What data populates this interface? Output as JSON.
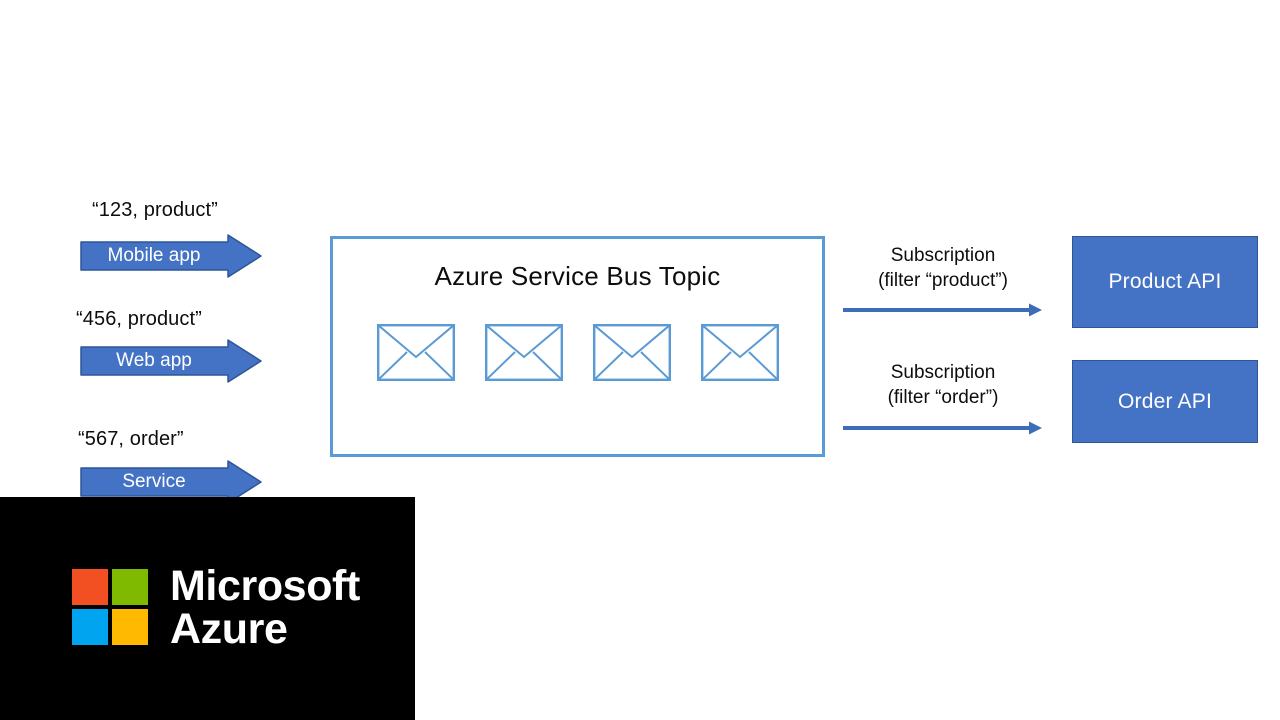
{
  "diagram": {
    "title": "Azure Service Bus Topic",
    "colors": {
      "arrow_fill": "#4472c4",
      "arrow_stroke": "#2f5597",
      "topic_border": "#5b9bd5",
      "envelope_stroke": "#5b9bd5",
      "api_fill": "#4472c4",
      "api_stroke": "#2f5597",
      "text": "#0d0d0d",
      "panel_bg": "#000000",
      "logo_red": "#F25022",
      "logo_green": "#7FBA00",
      "logo_blue": "#00A4EF",
      "logo_yellow": "#FFB900"
    }
  },
  "producers": [
    {
      "message": "“123, product”",
      "label": "Mobile app",
      "icon": "block-arrow-right-icon"
    },
    {
      "message": "“456, product”",
      "label": "Web app",
      "icon": "block-arrow-right-icon"
    },
    {
      "message": "“567, order”",
      "label": "Service",
      "icon": "block-arrow-right-icon"
    }
  ],
  "topic": {
    "title": "Azure Service Bus Topic",
    "message_count": 4,
    "message_icon": "envelope-icon"
  },
  "subscriptions": [
    {
      "line1": "Subscription",
      "line2": "(filter “product”)",
      "arrow_icon": "arrow-right-icon",
      "target": "Product API"
    },
    {
      "line1": "Subscription",
      "line2": "(filter “order”)",
      "arrow_icon": "arrow-right-icon",
      "target": "Order API"
    }
  ],
  "consumers": [
    {
      "label": "Product API"
    },
    {
      "label": "Order API"
    }
  ],
  "logo": {
    "brand_line1": "Microsoft",
    "brand_line2": "Azure",
    "squares_icon": "microsoft-squares-icon"
  }
}
